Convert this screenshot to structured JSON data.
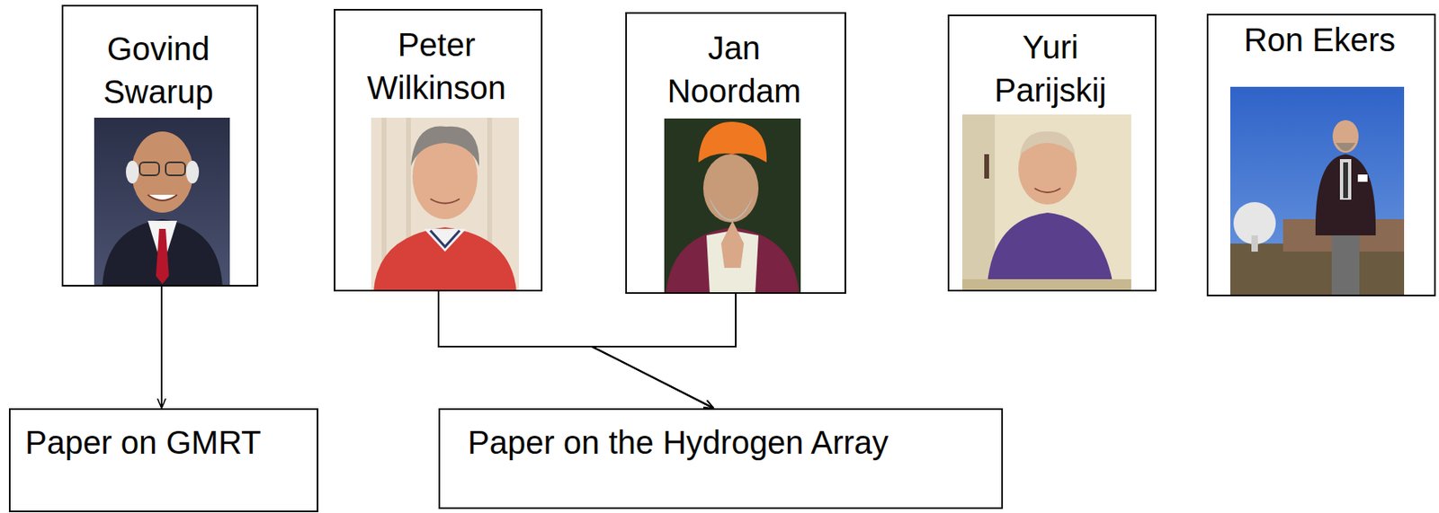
{
  "diagram": {
    "nodes": [
      {
        "text": [
          "Govind Swarup"
        ]
      },
      {
        "text": [
          "Peter Wilkinson"
        ]
      },
      {
        "text": [
          "Jan Noordam"
        ]
      },
      {
        "text": [
          "Yuri Parijskij"
        ]
      },
      {
        "text": [
          "Ron Ekers"
        ]
      },
      {
        "text": [
          "Paper on GMRT"
        ]
      },
      {
        "text": [
          "Paper on the Hydrogen Array"
        ]
      }
    ],
    "edges": [
      {
        "from": 0,
        "to": 5,
        "arrow": "to"
      },
      {
        "from": 1,
        "to": 6,
        "arrow": "to"
      },
      {
        "from": 2,
        "to": 6,
        "arrow": "to"
      }
    ]
  }
}
